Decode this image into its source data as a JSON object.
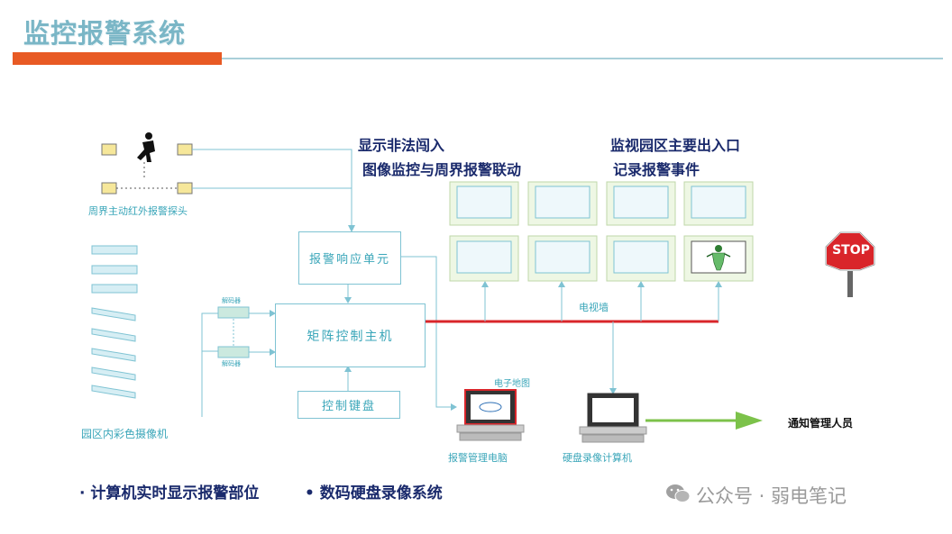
{
  "header": {
    "title": "监控报警系统"
  },
  "colors": {
    "accent": "#e85a24",
    "line": "#7fc3d3",
    "text_cyan": "#3aa6b9",
    "caption": "#1a2a6c",
    "bus": "#d9252a",
    "arrow": "#7cc24a"
  },
  "captions": {
    "line1_left": "显示非法闯入",
    "line2_left": "图像监控与周界报警联动",
    "line1_right": "监视园区主要出入口",
    "line2_right": "记录报警事件"
  },
  "labels": {
    "ir_probe": "周界主动红外报警探头",
    "alarm_unit": "报警响应单元",
    "matrix_host": "矩阵控制主机",
    "keyboard": "控制键盘",
    "decoder_1": "解码器",
    "decoder_2": "解码器",
    "cameras": "园区内彩色摄像机",
    "tv_wall": "电视墙",
    "emap": "电子地图",
    "alarm_pc": "报警管理电脑",
    "dvr_pc": "硬盘录像计算机",
    "notify": "通知管理人员",
    "stop_sign": "STOP"
  },
  "bottom": {
    "item1": "· 计算机实时显示报警部位",
    "item2": "• 数码硬盘录像系统"
  },
  "watermark": {
    "icon": "wechat-icon",
    "text": "公众号 · 弱电笔记"
  }
}
